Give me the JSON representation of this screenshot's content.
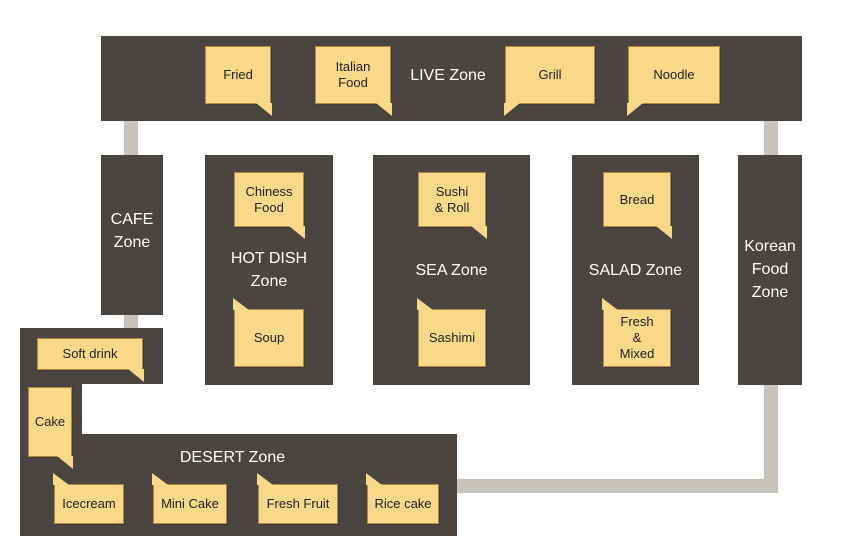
{
  "zones": {
    "live": "LIVE Zone",
    "cafe": "CAFE\nZone",
    "hot_dish": "HOT DISH\nZone",
    "sea": "SEA Zone",
    "salad": "SALAD Zone",
    "korean": "Korean\nFood\nZone",
    "desert": "DESERT Zone"
  },
  "stations": {
    "fried": "Fried",
    "italian": "Italian\nFood",
    "grill": "Grill",
    "noodle": "Noodle",
    "chiness": "Chiness\nFood",
    "soup": "Soup",
    "sushi": "Sushi\n& Roll",
    "sashimi": "Sashimi",
    "bread": "Bread",
    "fresh_mixed": "Fresh\n&\nMixed",
    "soft_drink": "Soft drink",
    "cake": "Cake",
    "icecream": "Icecream",
    "mini_cake": "Mini Cake",
    "fresh_fruit": "Fresh Fruit",
    "rice_cake": "Rice cake"
  },
  "colors": {
    "zone": "#4a4541",
    "tag": "#f8d889",
    "path": "#c6c3bd"
  }
}
